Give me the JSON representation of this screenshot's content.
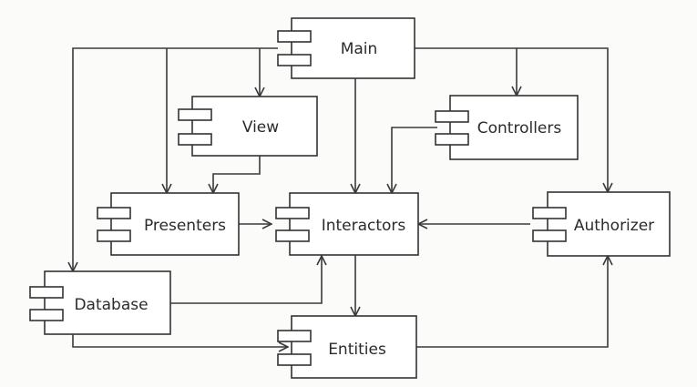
{
  "components": {
    "main": "Main",
    "view": "View",
    "controllers": "Controllers",
    "presenters": "Presenters",
    "interactors": "Interactors",
    "authorizer": "Authorizer",
    "database": "Database",
    "entities": "Entities"
  },
  "colors": {
    "line": "#3a3a3a",
    "box_fill": "#ffffff",
    "background": "#fbfbf9"
  }
}
